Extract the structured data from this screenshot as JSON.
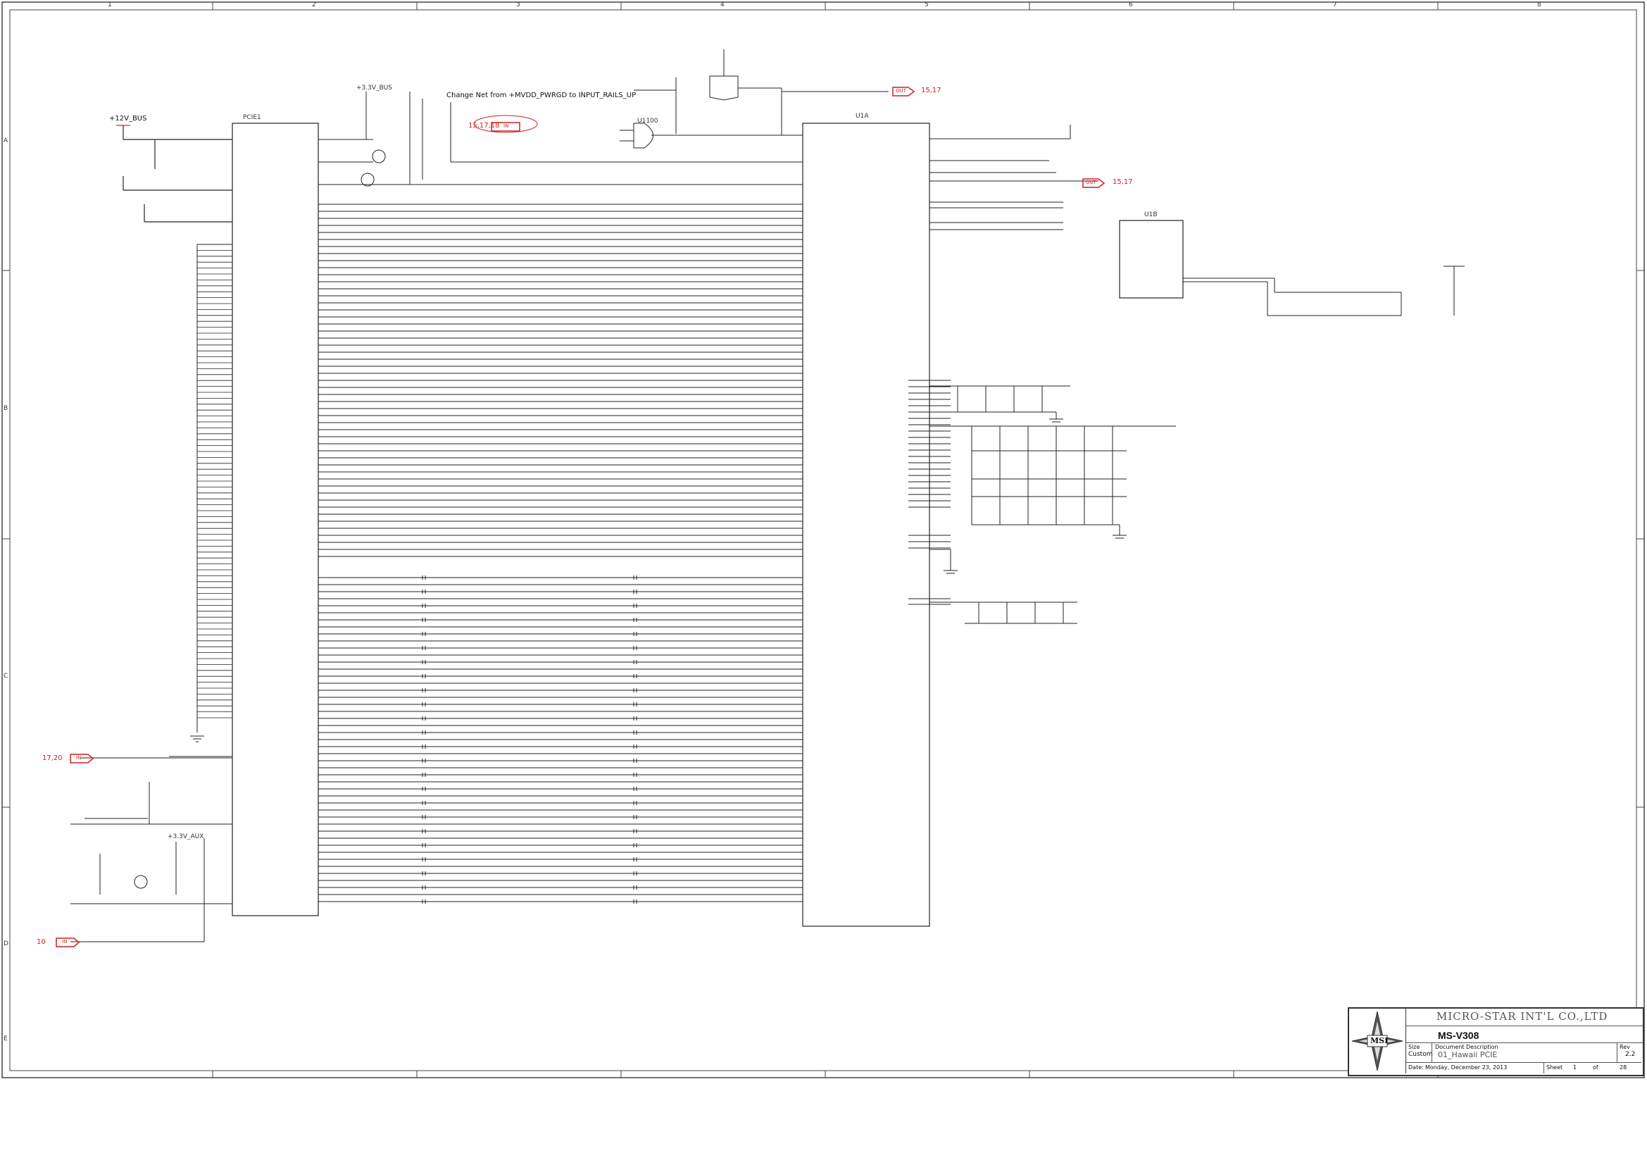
{
  "note": "Change Net from +MVDD_PWRGD to INPUT_RAILS_UP",
  "nets": {
    "v12_bus": "+12V_BUS",
    "v3v3_bus": "+3.3V_BUS",
    "v3v3_aux": "+3.3V_AUX"
  },
  "parts": {
    "pcie_connector": "PCIE1",
    "gpu_a": "U1A",
    "gpu_b": "U1B",
    "gate_ic": "U1100"
  },
  "offpage": [
    {
      "ref": "15,17",
      "dir": "OUT"
    },
    {
      "ref": "15,17",
      "dir": "OUT"
    },
    {
      "ref": "15,17,18",
      "dir": "IN"
    },
    {
      "ref": "17,20",
      "dir": "IN"
    },
    {
      "ref": "10",
      "dir": "IN"
    }
  ],
  "col_numbers": [
    "1",
    "2",
    "3",
    "4",
    "5",
    "6",
    "7",
    "8"
  ],
  "row_letters": [
    "A",
    "B",
    "C",
    "D",
    "E"
  ],
  "title_block": {
    "company": "MICRO-STAR INT'L CO.,LTD",
    "model": "MS-V308",
    "logo": "MSI",
    "size_label": "Size",
    "size_value": "Custom",
    "doc_desc_label": "Document Description",
    "doc_desc_value": "01_Hawaii PCIE",
    "rev_label": "Rev",
    "rev_value": "2.2",
    "date_label": "Date:",
    "date_value": "Monday, December 23, 2013",
    "sheet_label": "Sheet",
    "sheet_value": "1",
    "of_label": "of",
    "of_value": "28"
  },
  "colors": {
    "wire": "#222222",
    "offpage_red": "#cc2222",
    "net_red": "#d23a3a",
    "power_red": "#c83030",
    "border": "#444444",
    "blue_part": "#3355aa"
  }
}
